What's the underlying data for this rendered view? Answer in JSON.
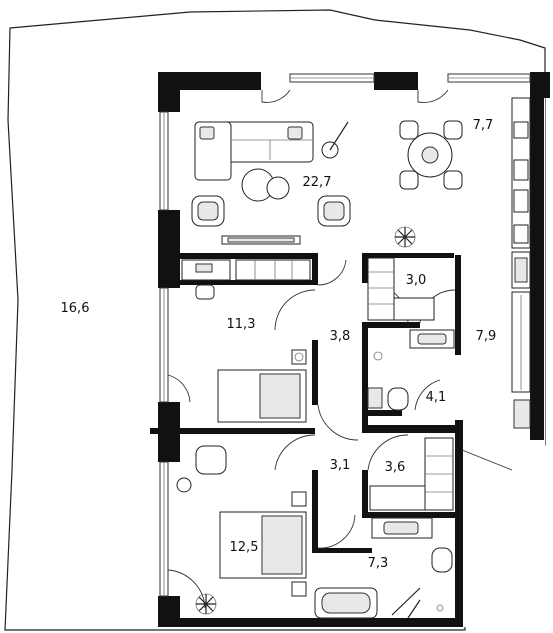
{
  "areas": {
    "terrace": "16,6",
    "living": "22,7",
    "kitchen": "7,7",
    "storage_top": "3,0",
    "bedroom_1": "11,3",
    "hall_upper": "3,8",
    "hall_right": "7,9",
    "bath_1": "4,1",
    "hall_lower": "3,1",
    "storage_bottom": "3,6",
    "bedroom_2": "12,5",
    "bath_2": "7,3"
  },
  "colors": {
    "wall": "#111111",
    "floor": "#ffffff",
    "line": "#222222"
  }
}
